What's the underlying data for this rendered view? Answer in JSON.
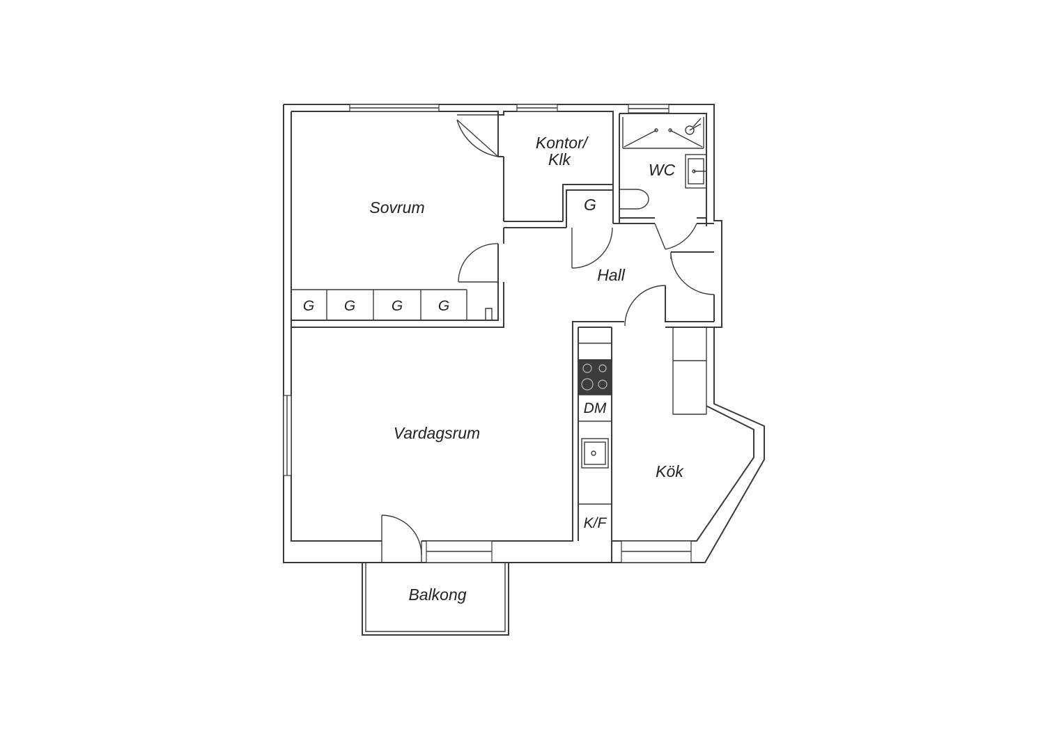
{
  "rooms": {
    "sovrum": "Sovrum",
    "kontor_line1": "Kontor/",
    "kontor_line2": "Klk",
    "wc": "WC",
    "hall": "Hall",
    "vardagsrum": "Vardagsrum",
    "kok": "Kök",
    "balkong": "Balkong"
  },
  "storage": {
    "closet_label": "G",
    "wardrobes": [
      "G",
      "G",
      "G",
      "G"
    ]
  },
  "appliances": {
    "dishwasher": "DM",
    "fridge_freezer": "K/F"
  },
  "colors": {
    "walls": "#3a3a3a",
    "stove": "#3c3c3c",
    "background": "#ffffff"
  }
}
